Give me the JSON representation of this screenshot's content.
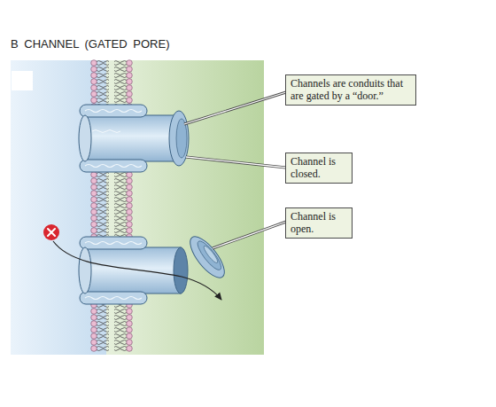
{
  "diagram": {
    "title": "B CHANNEL (GATED PORE)",
    "nodes": [
      {
        "text": [
          "Channels are conduits that are gated by a “door.”"
        ]
      },
      {
        "text": [
          "Channel is closed."
        ]
      },
      {
        "text": [
          "Channel is open."
        ]
      }
    ]
  }
}
